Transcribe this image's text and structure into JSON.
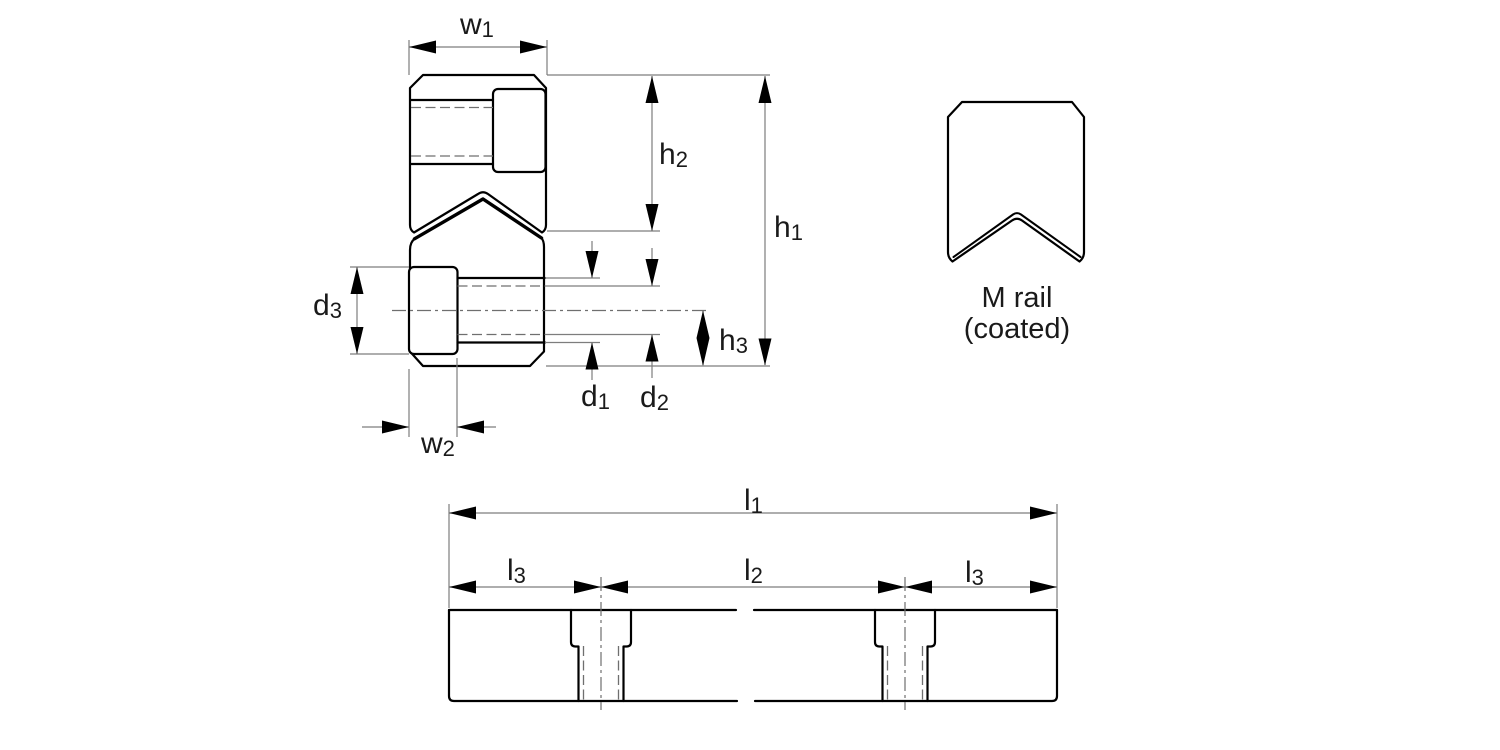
{
  "labels": {
    "w1": {
      "base": "w",
      "sub": "1"
    },
    "w2": {
      "base": "w",
      "sub": "2"
    },
    "h1": {
      "base": "h",
      "sub": "1"
    },
    "h2": {
      "base": "h",
      "sub": "2"
    },
    "h3": {
      "base": "h",
      "sub": "3"
    },
    "d1": {
      "base": "d",
      "sub": "1"
    },
    "d2": {
      "base": "d",
      "sub": "2"
    },
    "d3": {
      "base": "d",
      "sub": "3"
    },
    "l1": {
      "base": "l",
      "sub": "1"
    },
    "l2": {
      "base": "l",
      "sub": "2"
    },
    "l3": {
      "base": "l",
      "sub": "3"
    }
  },
  "annotations": {
    "m_rail_line1": "M rail",
    "m_rail_line2": "(coated)"
  },
  "colors": {
    "line": "#000000",
    "dimension_line": "#7d7d7d",
    "background": "#ffffff"
  }
}
